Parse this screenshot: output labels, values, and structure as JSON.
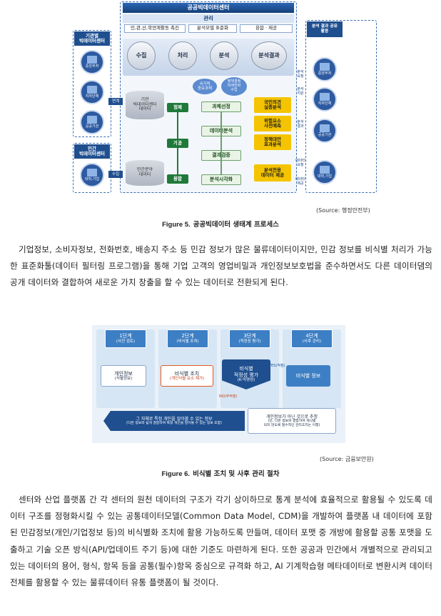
{
  "figure5": {
    "title": "공공빅데이터센터",
    "mgmt": {
      "label": "관리",
      "items": [
        "민,관,산,학연계활동 촉진",
        "분석모델 표준화",
        "융합 · 제공"
      ]
    },
    "stages": [
      "수집",
      "처리",
      "분석",
      "분석결과"
    ],
    "left_public": {
      "header": "기관별\n빅데이터센터",
      "items": [
        "중앙부처",
        "지자단체",
        "공공기관"
      ]
    },
    "left_private": {
      "header": "민간\n빅데이터센터",
      "item": "대학,기업"
    },
    "link_label": "연계",
    "collect_label": "수집",
    "db_public": "기관\n빅데이터센터\n데이터",
    "db_private": "민간분야\n데이터",
    "process": [
      "정제",
      "가공",
      "융합"
    ],
    "bubbles": [
      "국가적\n중요과제",
      "정책결정\n미래전략\n수립"
    ],
    "analysis": [
      "과제선정",
      "데이터분석",
      "결과검증",
      "분석시각화"
    ],
    "results": [
      "국민의견\n실증분석",
      "위험요소\n사전예측",
      "정책대안\n효과분석",
      "분석전용\n데이터 제공"
    ],
    "right": {
      "header": "분석 결과 공유\n활용",
      "items": [
        "중앙부처",
        "지자단체",
        "공공기관",
        "대학,기업"
      ],
      "flow_labels": [
        "분석\n요청",
        "분석\n지원",
        "분석\n결과",
        "데이터\n요청",
        "데이터\n제공"
      ]
    },
    "source": "(Source: 행정안전부)",
    "caption_prefix": "Figure 5.",
    "caption_text": "공공빅데이터 생태계 프로세스"
  },
  "paragraph1": "기업정보, 소비자정보, 전화번호, 배송지 주소 등 민감 정보가 많은 물류데이터이지만, 민감 정보를 비식별 처리가 가능한 표준화툴(데이터 필터링 프로그램)을 통해 기업 고객의 영업비밀과 개인정보보호법을 준수하면서도 다른 데이터댐의 공개 데이터와 결합하여 새로운 가치 창출을 할 수 있는 데이터로 전환되게 된다.",
  "figure6": {
    "stages": [
      {
        "title": "1단계",
        "sub": "(사전 검토)"
      },
      {
        "title": "2단계",
        "sub": "(비식별 조치)"
      },
      {
        "title": "3단계",
        "sub": "(적정성 평가)"
      },
      {
        "title": "4단계",
        "sub": "(사후 관리)"
      }
    ],
    "box1": {
      "title": "개인정보",
      "sub": "(식별정보)"
    },
    "box2": {
      "title": "비식별 조치",
      "sub": "(개인식별 요소 제거)"
    },
    "box3": {
      "title": "비식별\n적정성 평가",
      "sub": "(K-익명성)"
    },
    "box4": {
      "title": "비식별 정보"
    },
    "yes": "YES(적정)",
    "no": "NO(부적정)",
    "bottom_left": {
      "title": "그 자체로 특정 개인을 알아볼 수 있는 정보",
      "sub": "(다른 정보와 쉽게 결합하여 특정 개인을 알아볼 수 있는 정보 포함)"
    },
    "bottom_right": {
      "title": "개인정보가 아닌 것으로 추정",
      "sub": "(단, 다른 정보와 결합하여 재식별\n되지 않도록 필수적인 관리조치는 이행)"
    },
    "source": "(Source: 금융보안원)",
    "caption_prefix": "Figure 6.",
    "caption_text": "비식별 조치 및 사후 관리 절차"
  },
  "paragraph2": "센터와 산업 플랫폼 간 각 센터의 원천 데이터의 구조가 각기 상이하므로 통계 분석에 효율적으로 활용될 수 있도록 데이터 구조를 정형화시킬 수 있는 공통데이터모델(Common Data Model, CDM)을 개발하여 플랫폼 내 데이터에 포함된 민감정보(개인/기업정보 등)의 비식별화 조치에 활용 가능하도록 만들며, 데이터 포맷 중 개방에 활용할 공통 포맷을 도출하고 기술 오픈 방식(API/업데이트 주기 등)에 대한 기준도 마련하게 된다. 또한 공공과 민간에서 개별적으로 관리되고 있는 데이터의 용어, 형식, 항목 등을 공통(필수)항목 중심으로 규격화 하고, AI 기계학습형 메타데이터로 변환시켜 데이터 전체를 활용할 수 있는 물류데이터 유통 플랫폼이 될 것이다."
}
